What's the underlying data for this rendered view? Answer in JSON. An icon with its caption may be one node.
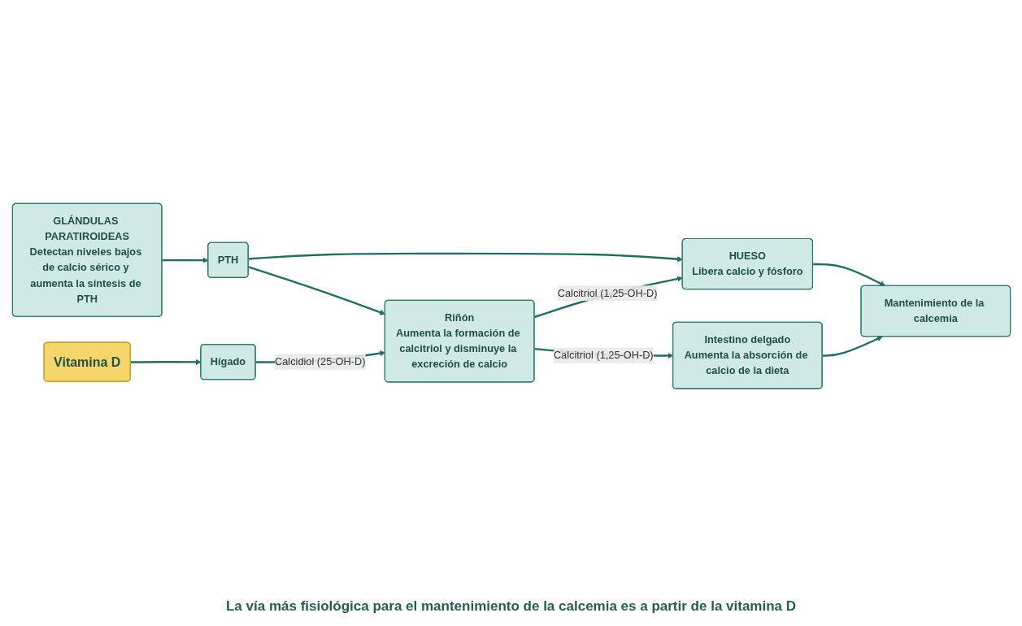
{
  "diagram": {
    "caption": "La vía más fisiológica para el mantenimiento de la calcemia es a partir de la vitamina D",
    "nodes": [
      {
        "text": [
          "GLÁNDULAS PARATIROIDEAS",
          "Detectan niveles bajos de calcio sérico y aumenta la síntesis de PTH"
        ]
      },
      {
        "text": [
          "HUESO",
          "Libera calcio y fósforo"
        ]
      },
      {
        "text": [
          "Vitamina D"
        ]
      },
      {
        "text": [
          "PTH"
        ]
      },
      {
        "text": [
          "Mantenimiento de la calcemia"
        ]
      },
      {
        "text": [
          "Hígado"
        ]
      },
      {
        "text": [
          "Riñón",
          "Aumenta la formación de calcitriol y disminuye la excreción de calcio"
        ]
      },
      {
        "text": [
          "Intestino delgado",
          "Aumenta la absorción de calcio de la dieta"
        ]
      }
    ],
    "edges": [
      {
        "from": 0,
        "to": 3,
        "arrow": "to"
      },
      {
        "from": 3,
        "to": 1,
        "arrow": "to"
      },
      {
        "from": 6,
        "to": 1,
        "arrow": "to",
        "label": "Calcitriol (1,25-OH-D)"
      },
      {
        "from": 2,
        "to": 5,
        "arrow": "to"
      },
      {
        "from": 5,
        "to": 6,
        "arrow": "to",
        "label": "Calcidiol (25-OH-D)"
      },
      {
        "from": 3,
        "to": 6,
        "arrow": "to"
      },
      {
        "from": 6,
        "to": 7,
        "arrow": "to",
        "label": "Calcitriol (1,25-OH-D)"
      },
      {
        "from": 1,
        "to": 4,
        "arrow": "to"
      },
      {
        "from": 7,
        "to": 4,
        "arrow": "to"
      }
    ]
  }
}
